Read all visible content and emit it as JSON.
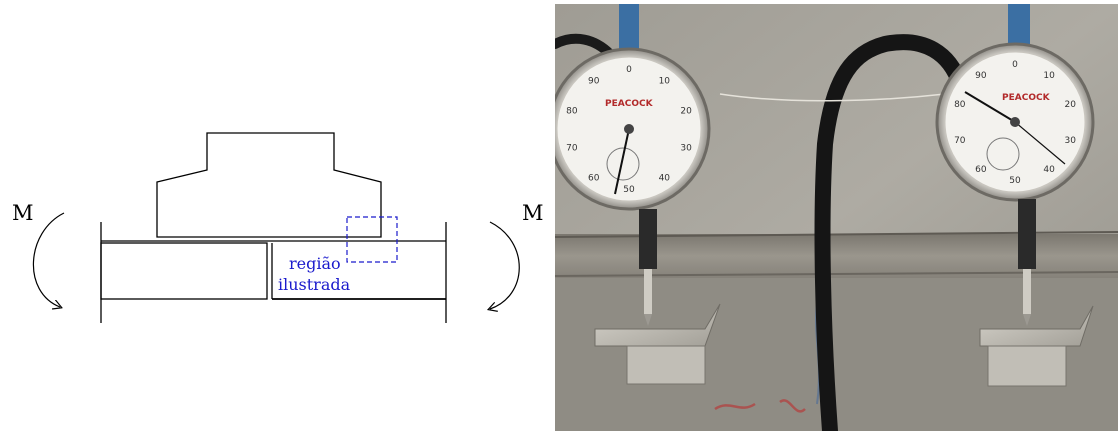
{
  "diagram": {
    "moment_left": "M",
    "moment_right": "M",
    "region_label_line1": "região",
    "region_label_line2": "ilustrada",
    "colors": {
      "outline": "#000000",
      "region": "#1a1acc"
    }
  },
  "photo": {
    "gauge_left": {
      "brand": "PEACOCK",
      "dial_numbers": [
        "0",
        "10",
        "20",
        "30",
        "40",
        "50",
        "60",
        "70",
        "80",
        "90"
      ]
    },
    "gauge_right": {
      "brand": "PEACOCK",
      "dial_numbers": [
        "0",
        "10",
        "20",
        "30",
        "40",
        "50",
        "60",
        "70",
        "80",
        "90"
      ]
    },
    "colors": {
      "wall": "#a7a49c",
      "steel_beam": "#8c887f",
      "cable": "#1b1b1b",
      "stem": "#3b6fa3"
    }
  }
}
